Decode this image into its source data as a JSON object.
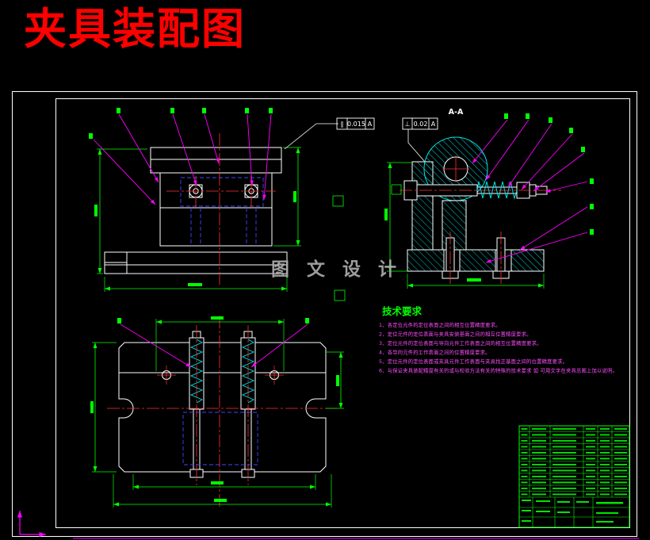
{
  "page": {
    "title": "夹具装配图",
    "watermark": "图 文 设 计"
  },
  "drawing": {
    "section_label": "A-A"
  },
  "tolerances": [
    {
      "symbol": "∥",
      "value": "0.015",
      "datum": "A"
    },
    {
      "symbol": "⊥",
      "value": "0.02",
      "datum": "A"
    }
  ],
  "tech_requirements": {
    "title": "技术要求",
    "items": [
      "1、各定位元件的定位表面之间的相互位置精度要求。",
      "2、定位元件的定位表面与夹具安装基面之间的相互位置精度要求。",
      "3、定位元件的定位表面与导向元件工作表面之间的相互位置精度要求。",
      "4、各导向元件的工作表面之间的位置精度要求。",
      "5、定位元件的定位表面或夹具元件工作表面与夹具找正基面之间的位置精度要求。",
      "6、与保证夹具装配精度有关的或与检验方法有关的特殊的技术要求 如 可用文字在夹具总图上加以说明。"
    ]
  },
  "colors": {
    "background": "#000000",
    "outline": "#ffffff",
    "dimension": "#00ff00",
    "leader": "#ff00ff",
    "section_hatch": "#00e6e6",
    "hidden": "#4444ff",
    "centerline": "#ff3333",
    "heading": "#ff0000",
    "watermark": "#ababab"
  }
}
